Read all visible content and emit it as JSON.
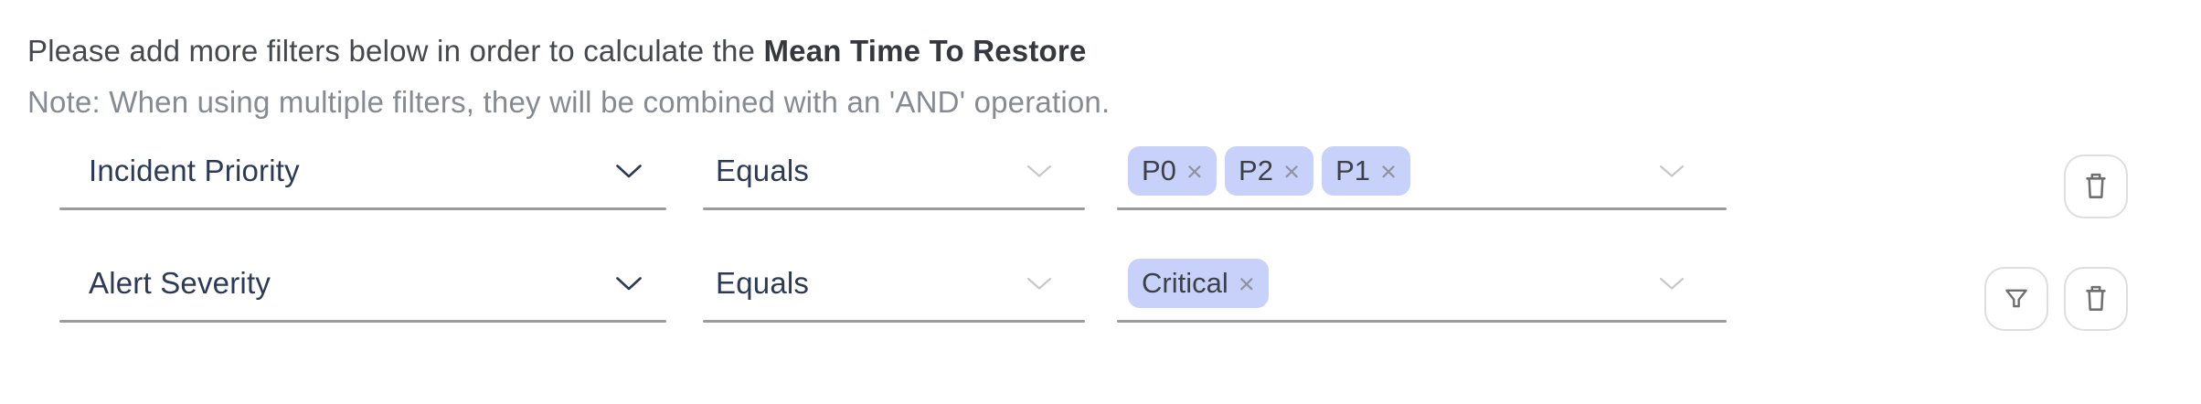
{
  "intro": {
    "line1_regular": "Please add more filters below in order to calculate the ",
    "line1_bold": "Mean Time To Restore",
    "note": "Note: When using multiple filters, they will be combined with an 'AND' operation."
  },
  "ui": {
    "tag_remove_glyph": "×"
  },
  "colors": {
    "tag_background": "#c7d1fa",
    "tag_text": "#3d4045",
    "field_label": "#2d3a55",
    "underline": "#9b9b9b",
    "note_text": "#868b91",
    "button_border": "#dedede",
    "icon_gray": "#6f6f6f"
  },
  "rows": [
    {
      "attribute": "Incident Priority",
      "operator": "Equals",
      "values": [
        "P0",
        "P2",
        "P1"
      ]
    },
    {
      "attribute": "Alert Severity",
      "operator": "Equals",
      "values": [
        "Critical"
      ]
    }
  ]
}
